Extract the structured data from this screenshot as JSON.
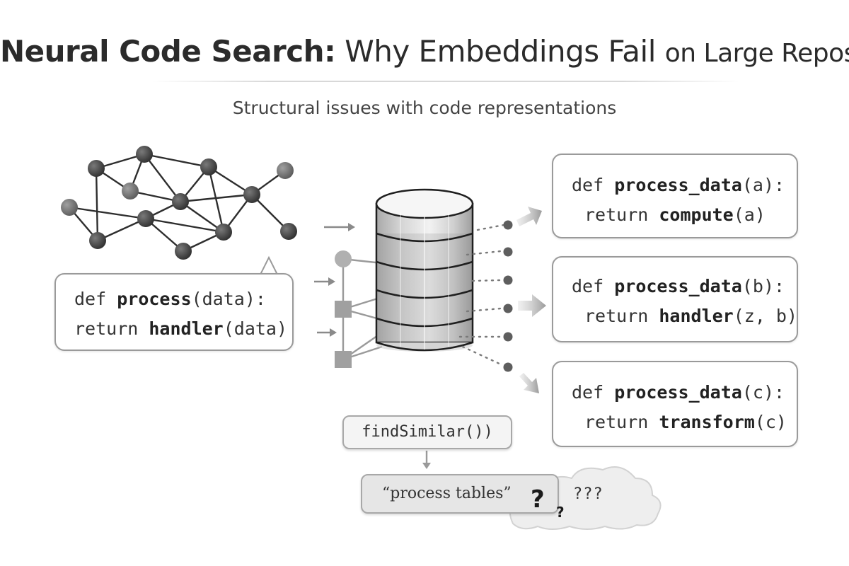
{
  "title": {
    "part1": "Neural Code Search:",
    "part2": "Why Embeddings Fail",
    "part3": "on Large Repos"
  },
  "subtitle": "Structural issues with code representations",
  "code_left": {
    "line1_kw": "def ",
    "line1_fn": "process",
    "line1_rest": "(data):",
    "line2_kw": "return ",
    "line2_fn": "handler",
    "line2_rest": "(data)"
  },
  "results": [
    {
      "def": "def ",
      "fn": "process_data",
      "args": "(a):",
      "ret": "return ",
      "call": "compute",
      "call_args": "(a)"
    },
    {
      "def": "def ",
      "fn": "process_data",
      "args": "(b):",
      "ret": "return ",
      "call": "handler",
      "call_args": "(z, b)"
    },
    {
      "def": "def ",
      "fn": "process_data",
      "args": "(c):",
      "ret": "return ",
      "call": "transform",
      "call_args": "(c)"
    }
  ],
  "find_call": "findSimilar())",
  "query": "“process tables”",
  "confusion": {
    "big": "?",
    "small": "?",
    "triple": "???"
  },
  "colors": {
    "node_dark": "#3f3f3f",
    "node_mid": "#6b6b6b",
    "edge": "#2e2e2e",
    "box_border": "#9a9a9a",
    "db_fill": "#d9d9d9"
  }
}
